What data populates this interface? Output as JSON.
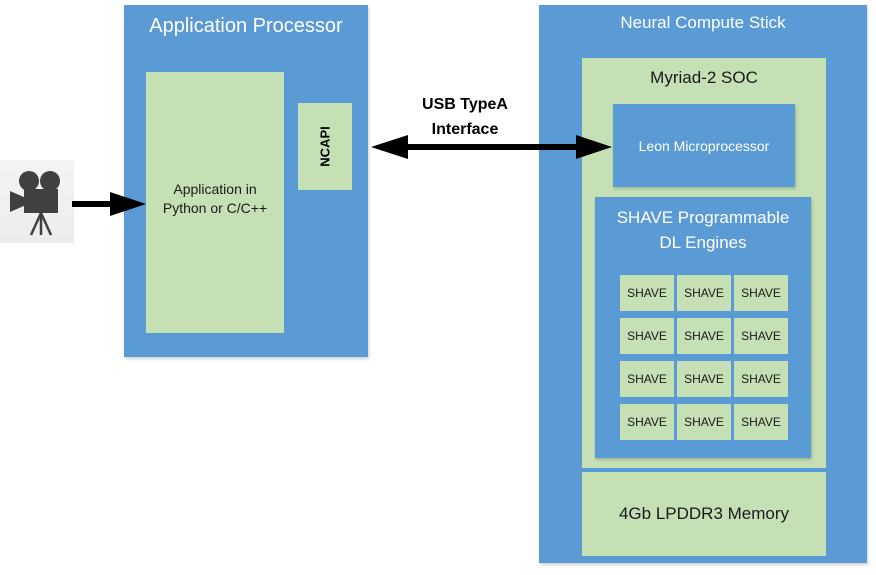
{
  "diagram": {
    "camera": {
      "icon": "video-camera-icon"
    },
    "application_processor": {
      "title": "Application Processor",
      "app_box": {
        "line1": "Application in",
        "line2": "Python or C/C++"
      },
      "ncapi": "NCAPI"
    },
    "connection": {
      "label_line1": "USB TypeA",
      "label_line2": "Interface",
      "arrow_type": "bidirectional"
    },
    "neural_compute_stick": {
      "title": "Neural Compute Stick",
      "soc": {
        "title": "Myriad-2 SOC",
        "leon": "Leon Microprocessor",
        "shave_block": {
          "title_line1": "SHAVE Programmable",
          "title_line2": "DL Engines",
          "cells": [
            "SHAVE",
            "SHAVE",
            "SHAVE",
            "SHAVE",
            "SHAVE",
            "SHAVE",
            "SHAVE",
            "SHAVE",
            "SHAVE",
            "SHAVE",
            "SHAVE",
            "SHAVE"
          ]
        }
      },
      "memory": "4Gb LPDDR3 Memory"
    },
    "colors": {
      "container_blue": "#5b9bd5",
      "component_green": "#c5e0b4",
      "arrow": "#000000",
      "camera_icon": "#404040"
    }
  }
}
